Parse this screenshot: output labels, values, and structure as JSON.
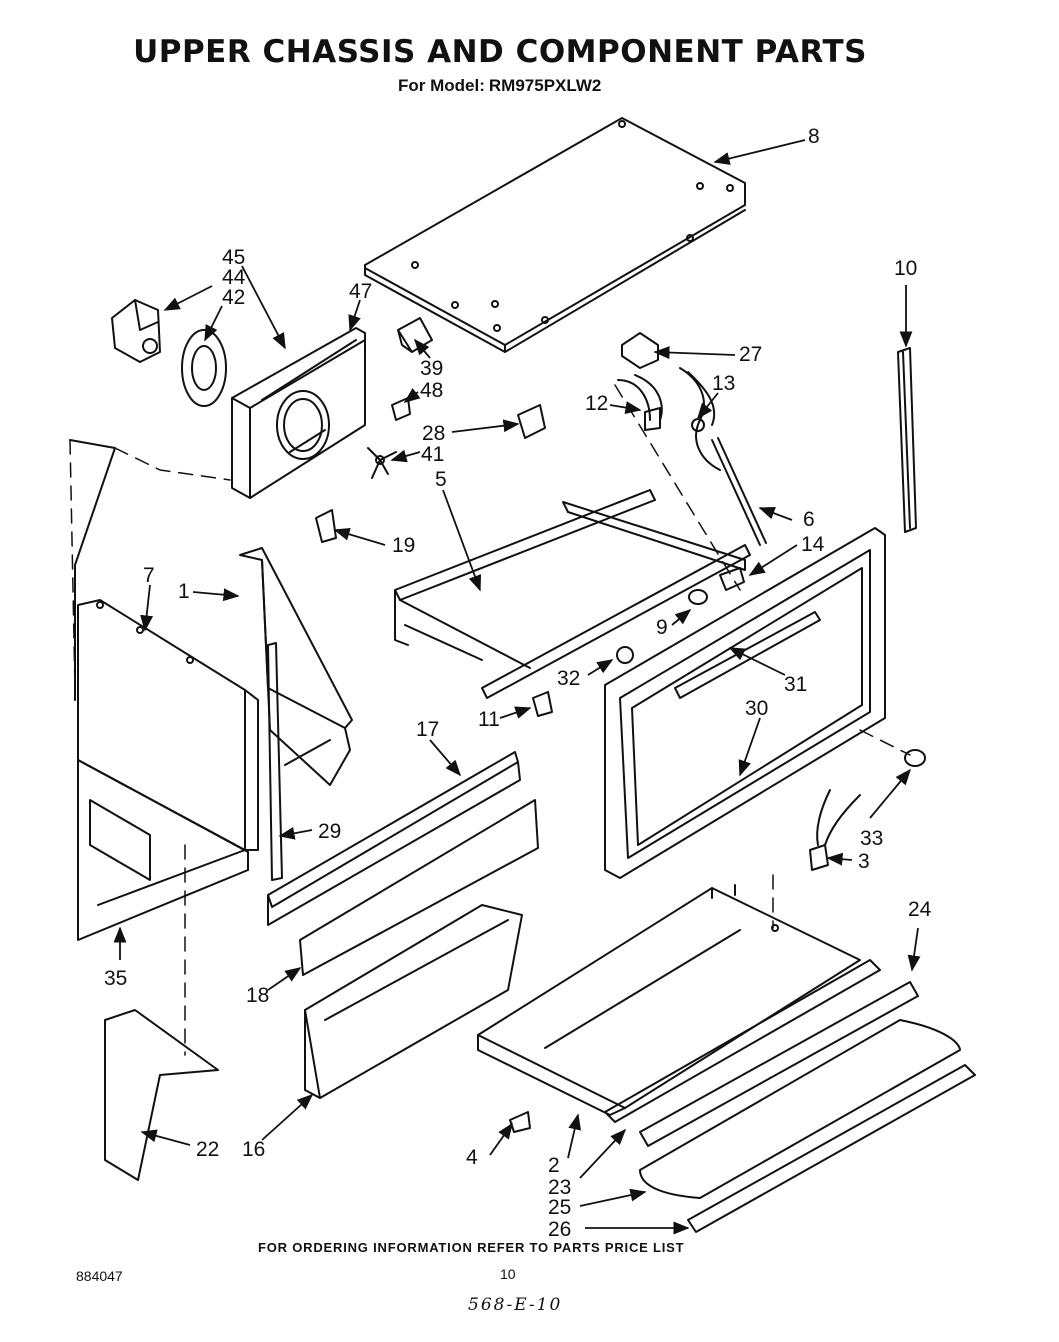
{
  "header": {
    "title": "UPPER CHASSIS AND COMPONENT PARTS",
    "model_prefix": "For Model:",
    "model_number": "RM975PXLW2"
  },
  "callouts": [
    {
      "id": "c8",
      "label": "8"
    },
    {
      "id": "c10",
      "label": "10"
    },
    {
      "id": "c45",
      "label": "45"
    },
    {
      "id": "c44",
      "label": "44"
    },
    {
      "id": "c42",
      "label": "42"
    },
    {
      "id": "c47",
      "label": "47"
    },
    {
      "id": "c39",
      "label": "39"
    },
    {
      "id": "c48",
      "label": "48"
    },
    {
      "id": "c27",
      "label": "27"
    },
    {
      "id": "c12",
      "label": "12"
    },
    {
      "id": "c13",
      "label": "13"
    },
    {
      "id": "c28",
      "label": "28"
    },
    {
      "id": "c41",
      "label": "41"
    },
    {
      "id": "c5",
      "label": "5"
    },
    {
      "id": "c6",
      "label": "6"
    },
    {
      "id": "c14",
      "label": "14"
    },
    {
      "id": "c19",
      "label": "19"
    },
    {
      "id": "c7",
      "label": "7"
    },
    {
      "id": "c1",
      "label": "1"
    },
    {
      "id": "c9",
      "label": "9"
    },
    {
      "id": "c32",
      "label": "32"
    },
    {
      "id": "c31",
      "label": "31"
    },
    {
      "id": "c11",
      "label": "11"
    },
    {
      "id": "c17",
      "label": "17"
    },
    {
      "id": "c30",
      "label": "30"
    },
    {
      "id": "c29",
      "label": "29"
    },
    {
      "id": "c33",
      "label": "33"
    },
    {
      "id": "c3",
      "label": "3"
    },
    {
      "id": "c35",
      "label": "35"
    },
    {
      "id": "c24",
      "label": "24"
    },
    {
      "id": "c18",
      "label": "18"
    },
    {
      "id": "c22",
      "label": "22"
    },
    {
      "id": "c16",
      "label": "16"
    },
    {
      "id": "c4",
      "label": "4"
    },
    {
      "id": "c2",
      "label": "2"
    },
    {
      "id": "c23",
      "label": "23"
    },
    {
      "id": "c25",
      "label": "25"
    },
    {
      "id": "c26",
      "label": "26"
    }
  ],
  "footer": {
    "ordering_note": "FOR ORDERING INFORMATION REFER TO PARTS PRICE LIST",
    "doc_number": "884047",
    "page_number": "10",
    "handwritten_code": "568-E-10"
  }
}
